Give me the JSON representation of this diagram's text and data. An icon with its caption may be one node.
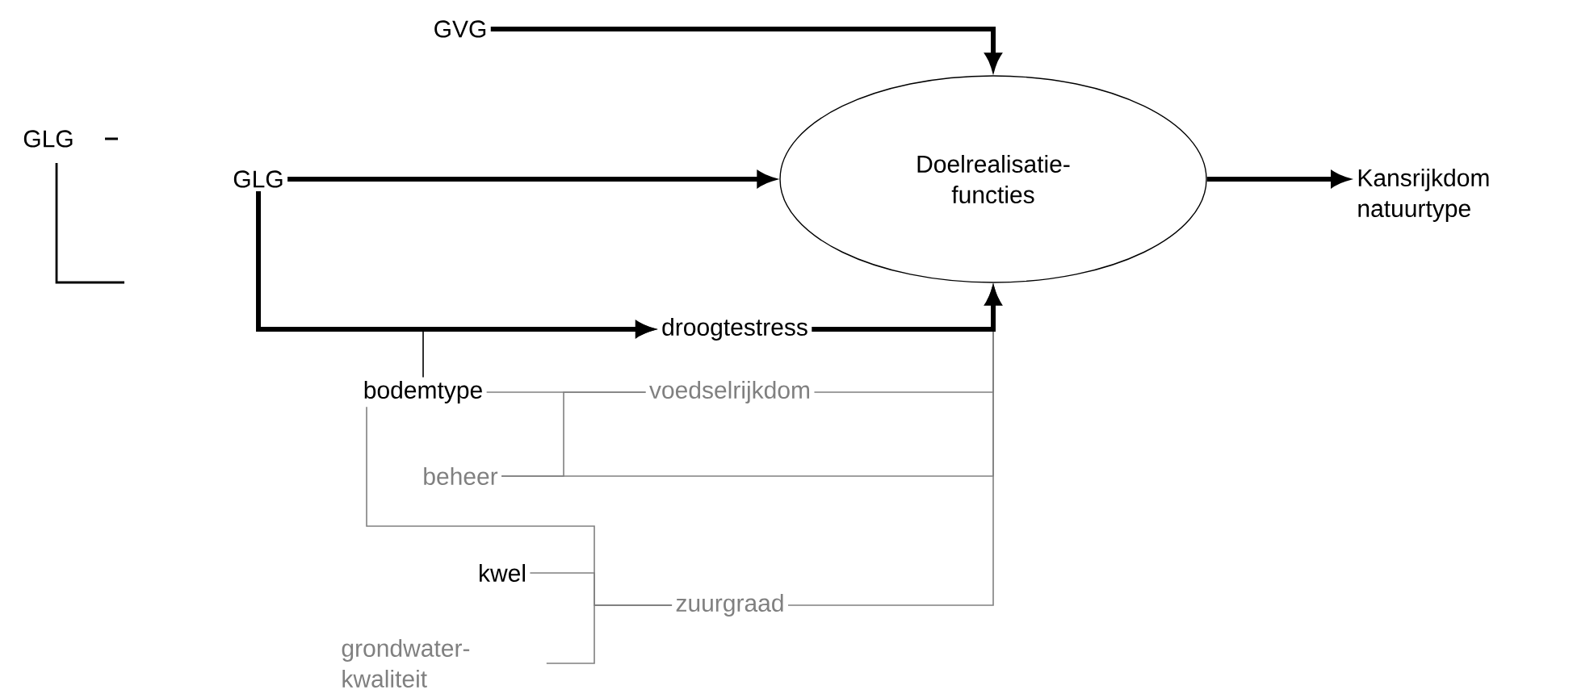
{
  "diagram": {
    "nodes": [
      {
        "text": [
          "GVG"
        ]
      },
      {
        "text": [
          "GLG"
        ]
      },
      {
        "text": [
          "Doelrealisatie- functies"
        ]
      },
      {
        "text": [
          "Kansrijkdom natuurtype"
        ]
      },
      {
        "text": [
          "droogtestress"
        ]
      },
      {
        "text": [
          "bodemtype"
        ]
      },
      {
        "text": [
          "voedselrijkdom"
        ]
      },
      {
        "text": [
          "beheer"
        ]
      },
      {
        "text": [
          "kwel"
        ]
      },
      {
        "text": [
          "zuurgraad"
        ]
      },
      {
        "text": [
          "grondwater- kwaliteit"
        ]
      }
    ],
    "edges": [
      {
        "from": 0,
        "to": 2,
        "arrow": "to",
        "style": "thick",
        "color": "#000000"
      },
      {
        "from": 1,
        "to": 2,
        "arrow": "to",
        "style": "thick",
        "color": "#000000"
      },
      {
        "from": 2,
        "to": 3,
        "arrow": "to",
        "style": "thick",
        "color": "#000000"
      },
      {
        "from": 1,
        "to": 4,
        "arrow": "to",
        "style": "thick",
        "color": "#000000"
      },
      {
        "from": 5,
        "to": 4,
        "arrow": "to",
        "color": "#000000"
      },
      {
        "from": 4,
        "to": 2,
        "arrow": "to",
        "style": "thick",
        "color": "#000000"
      },
      {
        "from": 5,
        "to": 6,
        "arrow": "none"
      },
      {
        "from": 7,
        "to": 6,
        "arrow": "none"
      },
      {
        "from": 6,
        "to": 2,
        "arrow": "to"
      },
      {
        "from": 7,
        "to": 2,
        "arrow": "to"
      },
      {
        "from": 5,
        "to": 9,
        "arrow": "none"
      },
      {
        "from": 8,
        "to": 9,
        "arrow": "none"
      },
      {
        "from": 10,
        "to": 9,
        "arrow": "none"
      },
      {
        "from": 9,
        "to": 2,
        "arrow": "to"
      }
    ],
    "labels": [
      "GLG"
    ]
  }
}
